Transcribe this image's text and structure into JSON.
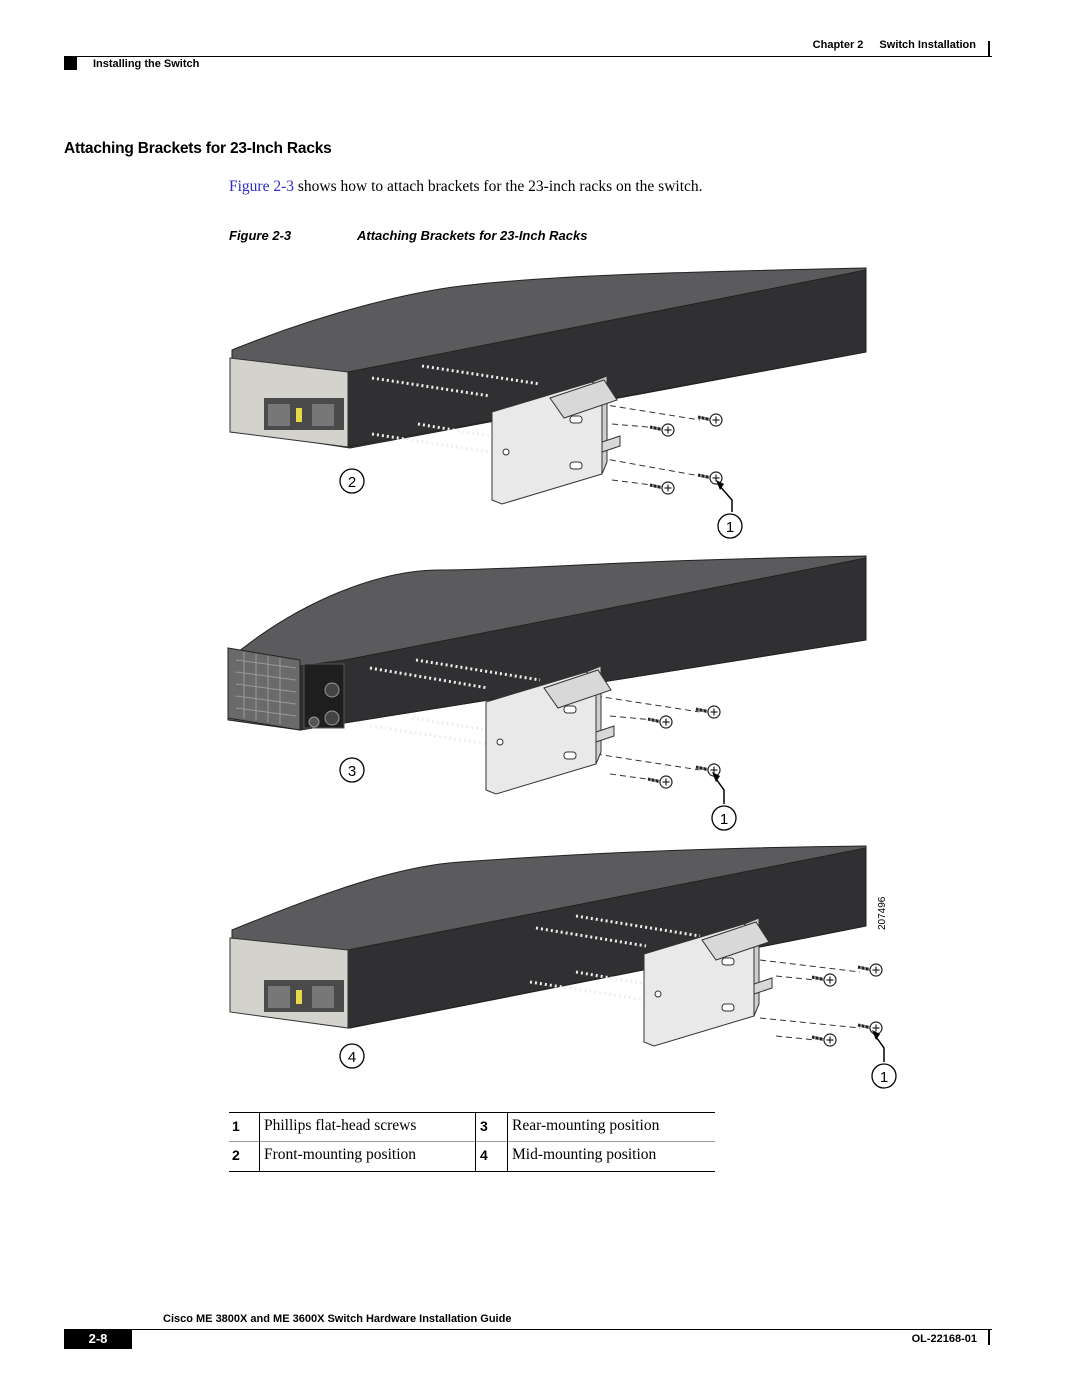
{
  "header": {
    "chapter": "Chapter 2",
    "chapter_title": "Switch Installation",
    "section": "Installing the Switch"
  },
  "section_title": "Attaching Brackets for 23-Inch Racks",
  "body": {
    "link_text": "Figure 2-3",
    "text": " shows how to attach brackets for the 23-inch racks on the switch."
  },
  "figure": {
    "number": "Figure 2-3",
    "title": "Attaching Brackets for 23-Inch Racks",
    "art_id": "207496",
    "callouts": {
      "c1": "1",
      "c2": "2",
      "c3": "3",
      "c4": "4"
    }
  },
  "legend": [
    {
      "num": "1",
      "text": "Phillips flat-head screws"
    },
    {
      "num": "3",
      "text": "Rear-mounting position"
    },
    {
      "num": "2",
      "text": "Front-mounting position"
    },
    {
      "num": "4",
      "text": "Mid-mounting position"
    }
  ],
  "footer": {
    "title": "Cisco ME 3800X and ME 3600X Switch Hardware Installation Guide",
    "page": "2-8",
    "doc_number": "OL-22168-01"
  },
  "colors": {
    "chassis_top": "#5a5a5c",
    "chassis_side": "#2f2f31",
    "bracket": "#e6e6e6",
    "link": "#2b2bd0"
  }
}
